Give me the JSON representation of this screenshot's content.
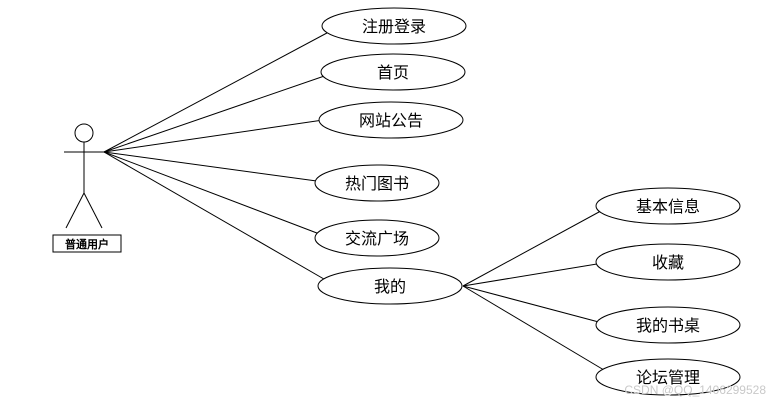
{
  "diagram": {
    "actor": {
      "label": "普通用户"
    },
    "use_cases": [
      {
        "id": "register-login",
        "label": "注册登录"
      },
      {
        "id": "home",
        "label": "首页"
      },
      {
        "id": "announcement",
        "label": "网站公告"
      },
      {
        "id": "hot-books",
        "label": "热门图书"
      },
      {
        "id": "forum",
        "label": "交流广场"
      },
      {
        "id": "mine",
        "label": "我的"
      }
    ],
    "sub_use_cases": [
      {
        "id": "basic-info",
        "label": "基本信息"
      },
      {
        "id": "favorites",
        "label": "收藏"
      },
      {
        "id": "my-bookshelf",
        "label": "我的书桌"
      },
      {
        "id": "forum-manage",
        "label": "论坛管理"
      }
    ]
  },
  "watermark": {
    "text": "CSDN @QQ_1406299528"
  },
  "colors": {
    "stroke": "#000000",
    "fill": "#ffffff",
    "watermark": "#c9c9c9"
  }
}
